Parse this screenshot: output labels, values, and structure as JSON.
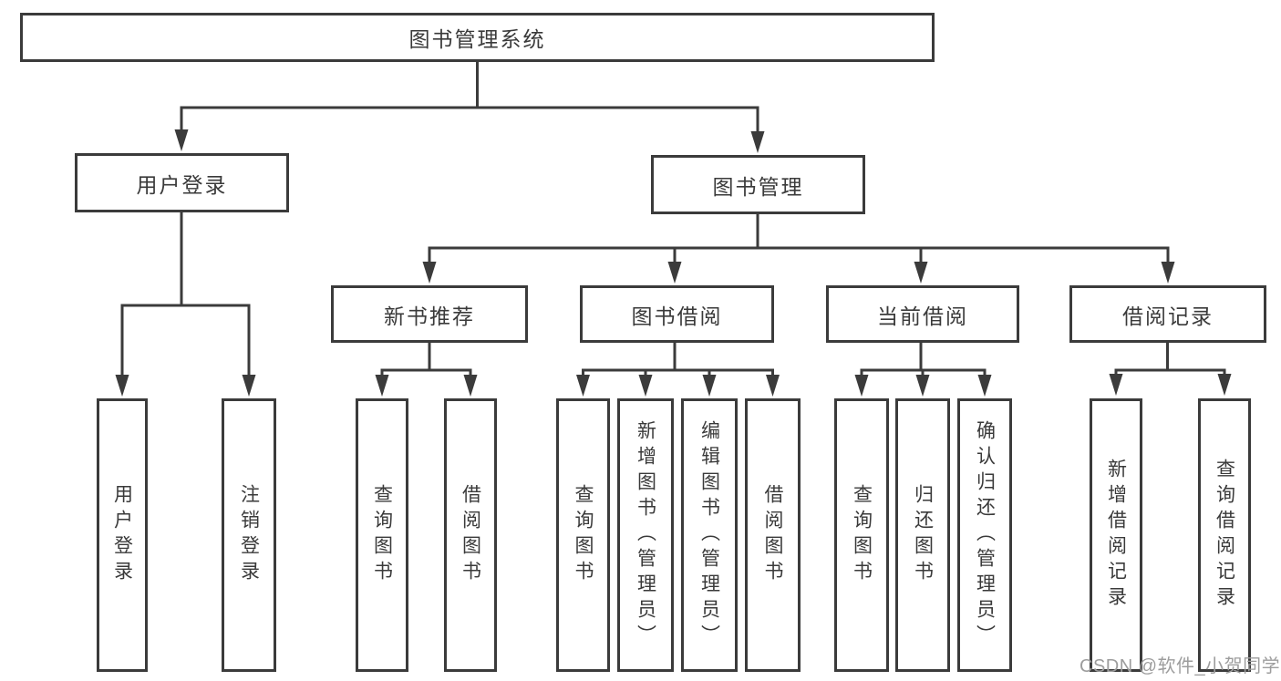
{
  "diagram": {
    "type": "function-structure-tree",
    "tree": {
      "root": {
        "label": "图书管理系统"
      },
      "children": [
        {
          "label": "用户登录",
          "children": [
            {
              "label": "用户登录"
            },
            {
              "label": "注销登录"
            }
          ]
        },
        {
          "label": "图书管理",
          "children": [
            {
              "label": "新书推荐",
              "children": [
                {
                  "label": "查询图书"
                },
                {
                  "label": "借阅图书"
                }
              ]
            },
            {
              "label": "图书借阅",
              "children": [
                {
                  "label": "查询图书"
                },
                {
                  "label": "新增图书（管理员）"
                },
                {
                  "label": "编辑图书（管理员）"
                },
                {
                  "label": "借阅图书"
                }
              ]
            },
            {
              "label": "当前借阅",
              "children": [
                {
                  "label": "查询图书"
                },
                {
                  "label": "归还图书"
                },
                {
                  "label": "确认归还（管理员）"
                }
              ]
            },
            {
              "label": "借阅记录",
              "children": [
                {
                  "label": "新增借阅记录"
                },
                {
                  "label": "查询借阅记录"
                }
              ]
            }
          ]
        }
      ]
    }
  },
  "watermark": {
    "text": "CSDN @软件_小贺同学"
  },
  "colors": {
    "line": "#3b3b3b",
    "text": "#3a3a3a",
    "background": "#ffffff",
    "watermark": "#9d9d9d"
  }
}
